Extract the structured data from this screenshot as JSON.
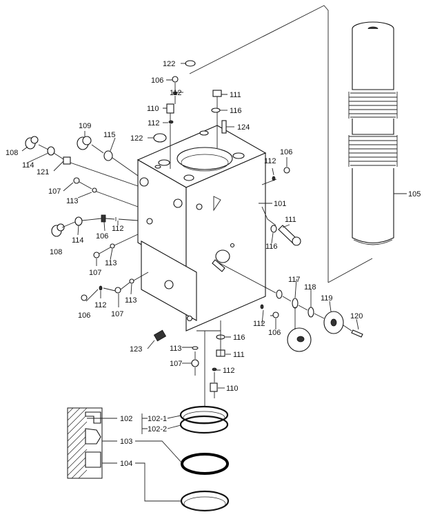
{
  "labels": {
    "l101": "101",
    "l102": "102",
    "l102_1": "102-1",
    "l102_2": "102-2",
    "l103": "103",
    "l104": "104",
    "l105": "105",
    "l106a": "106",
    "l106b": "106",
    "l106c": "106",
    "l106d": "106",
    "l106e": "106",
    "l107a": "107",
    "l107b": "107",
    "l107c": "107",
    "l107d": "107",
    "l108a": "108",
    "l108b": "108",
    "l109": "109",
    "l110a": "110",
    "l110b": "110",
    "l111a": "111",
    "l111b": "111",
    "l111c": "111",
    "l112a": "112",
    "l112b": "112",
    "l112c": "112",
    "l112d": "112",
    "l112e": "112",
    "l112f": "112",
    "l112g": "112",
    "l113a": "113",
    "l113b": "113",
    "l113c": "113",
    "l113d": "113",
    "l114a": "114",
    "l114b": "114",
    "l115": "115",
    "l116a": "116",
    "l116b": "116",
    "l116c": "116",
    "l117": "117",
    "l118": "118",
    "l119": "119",
    "l120": "120",
    "l121": "121",
    "l122a": "122",
    "l122b": "122",
    "l123": "123",
    "l124": "124"
  }
}
